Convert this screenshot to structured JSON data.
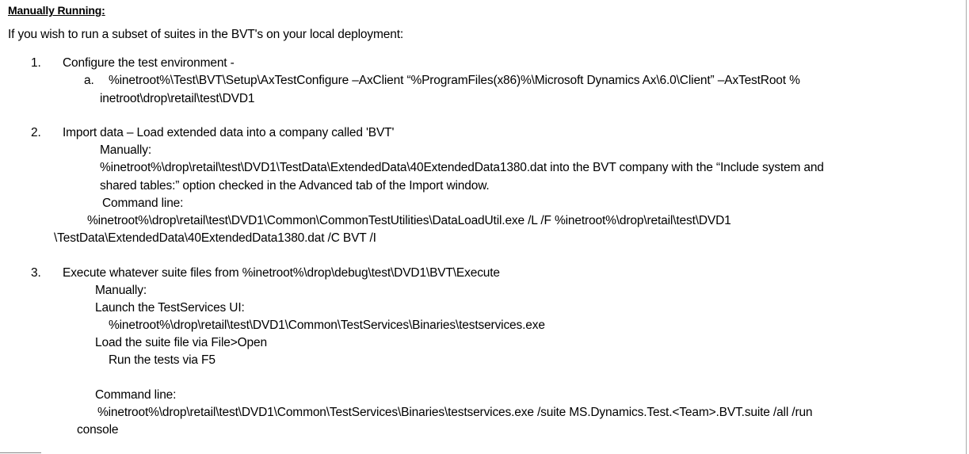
{
  "title": "Manually Running:",
  "intro": "If you wish to run a subset of suites in the BVT's on your local deployment:",
  "steps": [
    {
      "num": "1.",
      "text": "Configure the test environment -",
      "sub_marker": "a.",
      "lines": [
        "%inetroot%\\Test\\BVT\\Setup\\AxTestConfigure –AxClient “%ProgramFiles(x86)%\\Microsoft Dynamics Ax\\6.0\\Client” –AxTestRoot %",
        "inetroot\\drop\\retail\\test\\DVD1"
      ]
    },
    {
      "num": "2.",
      "text": "Import data –  Load extended data into a company called 'BVT'",
      "lines": [
        "Manually:",
        "%inetroot%\\drop\\retail\\test\\DVD1\\TestData\\ExtendedData\\40ExtendedData1380.dat into the BVT company with the “Include system and",
        "shared tables:” option checked in the Advanced tab of the Import window.",
        "Command line:",
        "%inetroot%\\drop\\retail\\test\\DVD1\\Common\\CommonTestUtilities\\DataLoadUtil.exe /L /F %inetroot%\\drop\\retail\\test\\DVD1",
        "\\TestData\\ExtendedData\\40ExtendedData1380.dat /C BVT /I"
      ]
    },
    {
      "num": "3.",
      "text": "Execute  whatever suite files from %inetroot%\\drop\\debug\\test\\DVD1\\BVT\\Execute",
      "lines": [
        "Manually:",
        "Launch the TestServices UI:",
        "%inetroot%\\drop\\retail\\test\\DVD1\\Common\\TestServices\\Binaries\\testservices.exe",
        "Load the suite file via File>Open",
        "Run the tests via F5",
        "Command line:",
        "%inetroot%\\drop\\retail\\test\\DVD1\\Common\\TestServices\\Binaries\\testservices.exe /suite MS.Dynamics.Test.<Team>.BVT.suite /all /run",
        "console"
      ]
    }
  ]
}
